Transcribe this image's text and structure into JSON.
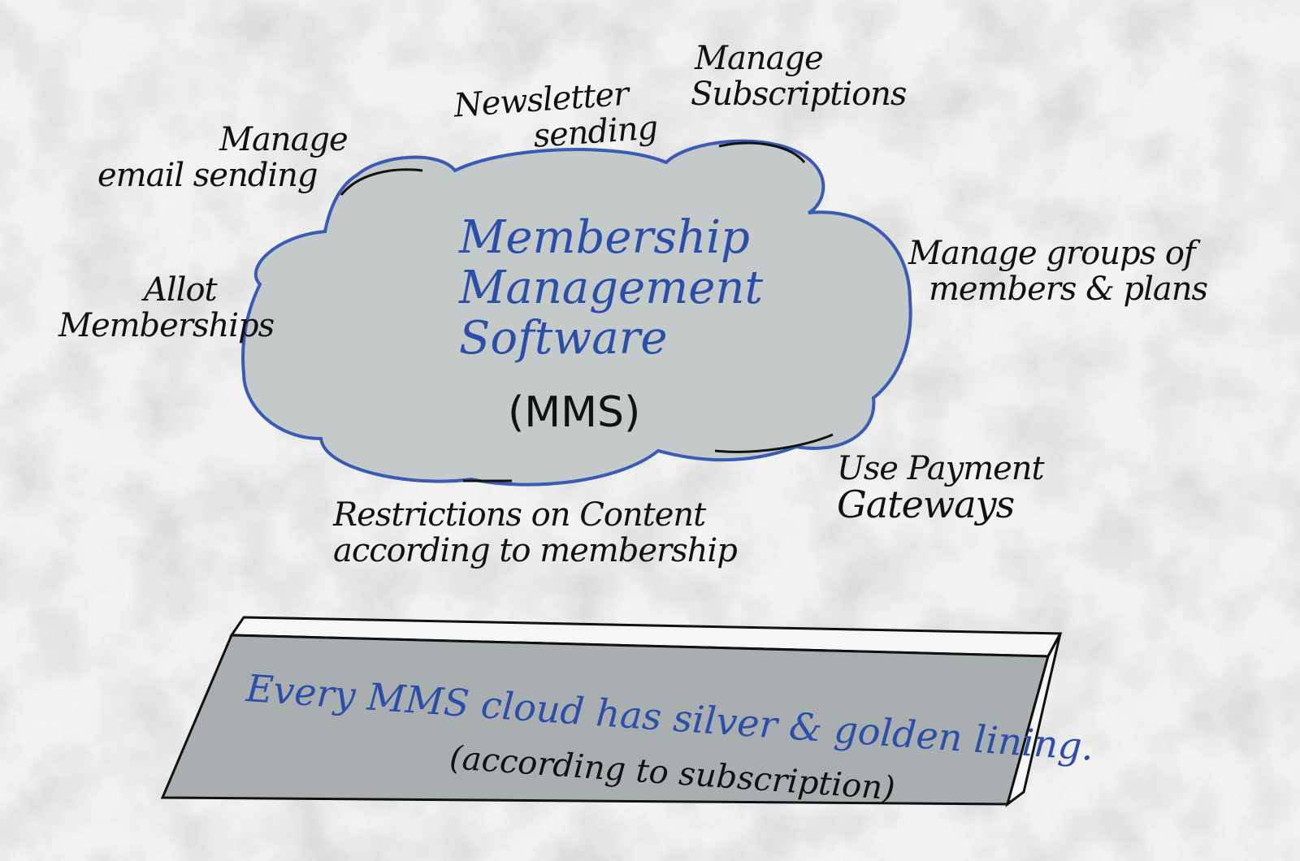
{
  "diagram": {
    "center": {
      "title_lines": [
        "Membership",
        "Management",
        "Software"
      ],
      "abbreviation": "(MMS)"
    },
    "features": [
      {
        "id": "email",
        "lines": [
          "Manage",
          "email sending"
        ]
      },
      {
        "id": "newsletter",
        "lines": [
          "Newsletter",
          "sending"
        ]
      },
      {
        "id": "subscriptions",
        "lines": [
          "Manage",
          "Subscriptions"
        ]
      },
      {
        "id": "groups",
        "lines": [
          "Manage groups of",
          "members & plans"
        ]
      },
      {
        "id": "memberships",
        "lines": [
          "Allot",
          "Memberships"
        ]
      },
      {
        "id": "payment",
        "lines": [
          "Use Payment",
          "Gateways"
        ]
      },
      {
        "id": "restrictions",
        "lines": [
          "Restrictions on Content",
          "according to membership"
        ]
      }
    ],
    "banner": {
      "main": "Every MMS cloud has silver & golden lining.",
      "sub": "(according to subscription)"
    }
  },
  "colors": {
    "cloud_fill": "#c4c9c9",
    "cloud_outline": "#3a5bb5",
    "banner_fill": "#a9aeb0",
    "ink_blue": "#2b4ea8",
    "ink_black": "#111111"
  }
}
